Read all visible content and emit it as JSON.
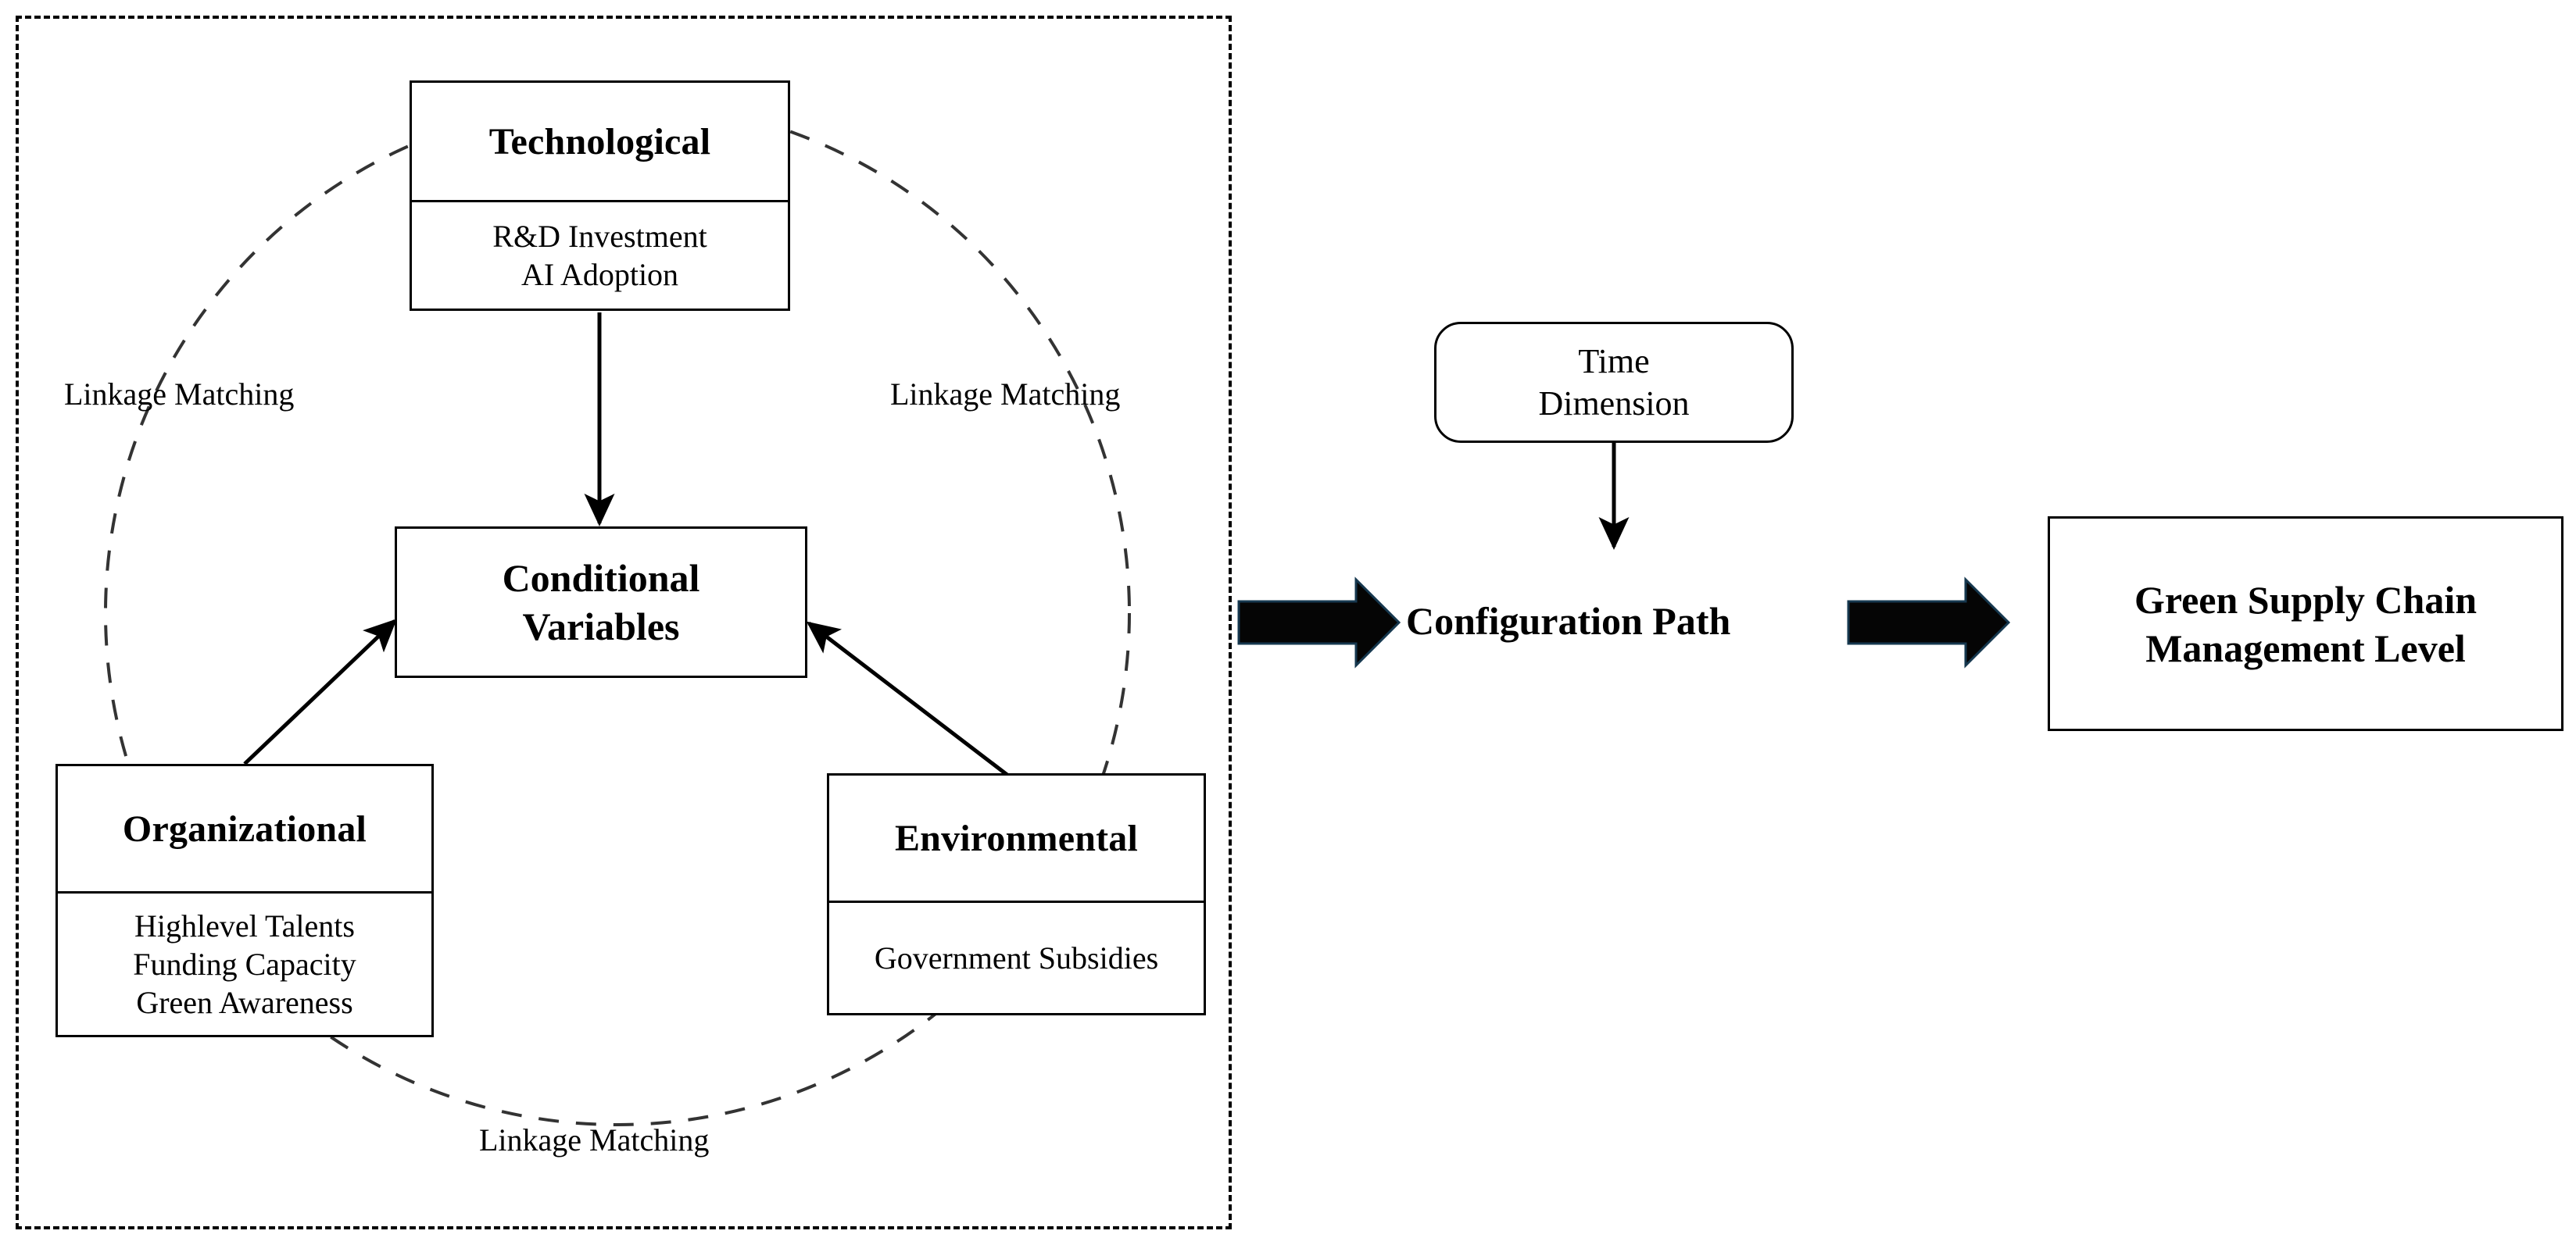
{
  "diagram": {
    "title": "TOE Configuration Path Framework",
    "colors": {
      "stroke": "#000000",
      "background": "#ffffff",
      "block_arrow_fill": "#050505",
      "block_arrow_outline": "#16384f"
    },
    "dashed_region": {
      "name": "TOE antecedent-condition grouping",
      "style": "dashed rectangle"
    },
    "dashed_circle": {
      "name": "linkage-matching circle",
      "style": "dashed circle"
    },
    "boxes": {
      "technological": {
        "title": "Technological",
        "items": [
          "R&D Investment",
          "AI Adoption"
        ]
      },
      "organizational": {
        "title": "Organizational",
        "items": [
          "Highlevel Talents",
          "Funding Capacity",
          "Green Awareness"
        ]
      },
      "environmental": {
        "title": "Environmental",
        "items": [
          "Government Subsidies"
        ]
      },
      "conditional_variables": {
        "title": "Conditional\nVariables",
        "line1": "Conditional",
        "line2": "Variables"
      },
      "time_dimension": {
        "line1": "Time",
        "line2": "Dimension"
      },
      "outcome": {
        "line1": "Green Supply Chain",
        "line2": "Management Level"
      }
    },
    "labels": {
      "linkage_left": "Linkage Matching",
      "linkage_right": "Linkage Matching",
      "linkage_bottom": "Linkage Matching",
      "configuration_path": "Configuration Path"
    },
    "connectors": [
      {
        "name": "technological-to-conditional",
        "kind": "thin-arrow",
        "from": "Technological",
        "to": "Conditional Variables"
      },
      {
        "name": "organizational-to-conditional",
        "kind": "thin-arrow",
        "from": "Organizational",
        "to": "Conditional Variables"
      },
      {
        "name": "environmental-to-conditional",
        "kind": "thin-arrow",
        "from": "Environmental",
        "to": "Conditional Variables"
      },
      {
        "name": "time-dimension-to-configuration-path",
        "kind": "thin-arrow",
        "from": "Time Dimension",
        "to": "Configuration Path"
      },
      {
        "name": "toe-region-to-configuration-path",
        "kind": "block-arrow",
        "from": "TOE region",
        "to": "Configuration Path"
      },
      {
        "name": "configuration-path-to-outcome",
        "kind": "block-arrow",
        "from": "Configuration Path",
        "to": "Green Supply Chain Management Level"
      }
    ]
  }
}
